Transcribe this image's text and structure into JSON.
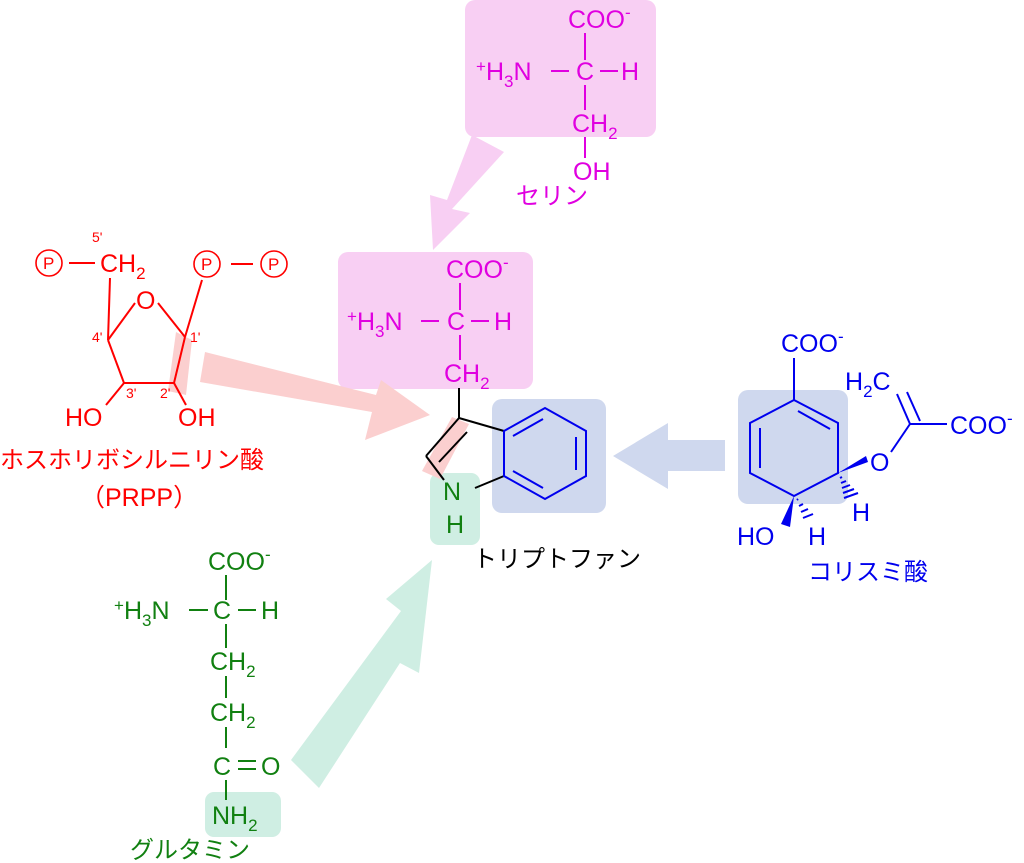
{
  "colors": {
    "serine": "#e000e0",
    "serine_bg": "#f8cff3",
    "prpp": "#ff0000",
    "prpp_bg": "#fbcfcf",
    "chorismate": "#0000ee",
    "chorismate_bg": "#cfd8ee",
    "glutamine": "#118011",
    "glutamine_bg": "#cfeee3",
    "tryptophan_label": "#000000"
  },
  "serine": {
    "carboxyl": "COO",
    "carboxyl_charge": "-",
    "amine_plus": "+",
    "amine_h": "H",
    "amine_sub": "3",
    "amine_n": "N",
    "alpha_c": "C",
    "alpha_h": "H",
    "side_ch": "CH",
    "side_sub": "2",
    "hydroxyl": "OH",
    "name": "セリン"
  },
  "tryptophan": {
    "carboxyl": "COO",
    "carboxyl_charge": "-",
    "amine_plus": "+",
    "amine_h": "H",
    "amine_sub": "3",
    "amine_n": "N",
    "alpha_c": "C",
    "alpha_h": "H",
    "side_ch": "CH",
    "side_sub": "2",
    "ring_n": "N",
    "ring_h": "H",
    "name": "トリプトファン"
  },
  "prpp": {
    "phosphate": "P",
    "c5_ch": "CH",
    "c5_sub": "2",
    "ring_o": "O",
    "hydroxyl_left": "HO",
    "hydroxyl_right": "OH",
    "pos_5": "5'",
    "pos_4": "4'",
    "pos_3": "3'",
    "pos_2": "2'",
    "pos_1": "1'",
    "name": "ホスホリボシルニリン酸",
    "abbr": "（PRPP）"
  },
  "chorismate": {
    "carboxyl_top": "COO",
    "carboxyl_top_charge": "-",
    "vinyl_h": "H",
    "vinyl_sub": "2",
    "vinyl_c": "C",
    "carboxyl_right": "COO",
    "carboxyl_right_charge": "-",
    "ether_o": "O",
    "h_right": "H",
    "hydroxyl": "HO",
    "h_bottom": "H",
    "name": "コリスミ酸"
  },
  "glutamine": {
    "carboxyl": "COO",
    "carboxyl_charge": "-",
    "amine_plus": "+",
    "amine_h": "H",
    "amine_sub": "3",
    "amine_n": "N",
    "alpha_c": "C",
    "alpha_h": "H",
    "ch1": "CH",
    "ch1_sub": "2",
    "ch2": "CH",
    "ch2_sub": "2",
    "carbonyl_c": "C",
    "carbonyl_o": "O",
    "amide_nh": "NH",
    "amide_sub": "2",
    "name": "グルタミン"
  }
}
